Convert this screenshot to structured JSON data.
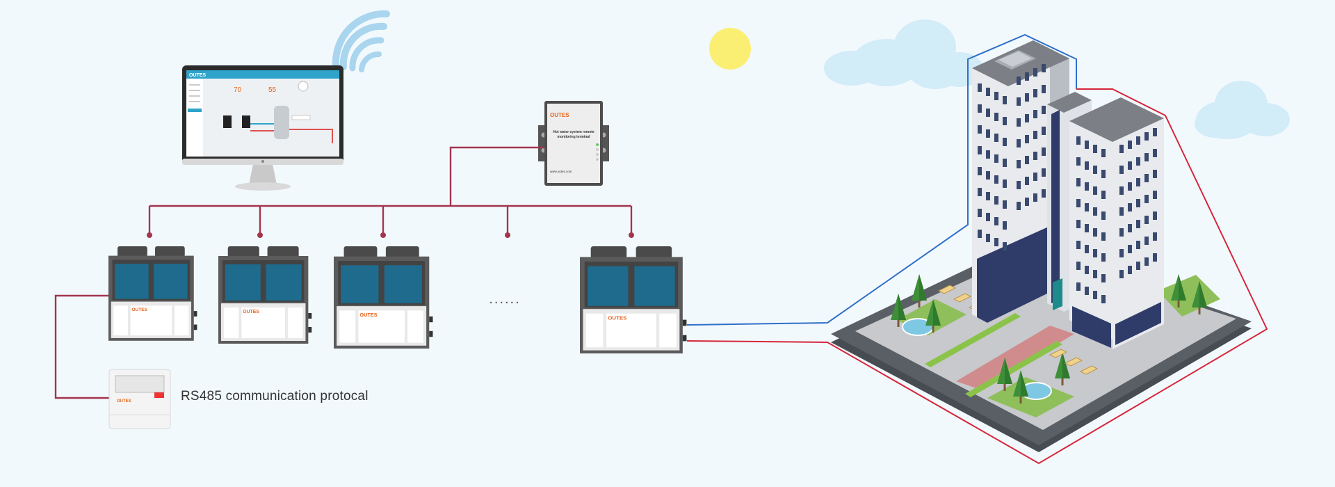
{
  "brand": "OUTES",
  "protocol_label": "RS485 communication protocal",
  "ellipsis": "......",
  "terminal": {
    "brand": "OUTES",
    "title_line1": "Hot water system remote",
    "title_line2": "monitoring terminal",
    "website": "www.outes.com"
  },
  "monitor": {
    "readout_1": "70",
    "readout_2": "55"
  },
  "colors": {
    "bus_line": "#a3354e",
    "blue_pipe": "#2f6fc8",
    "red_pipe": "#d6263a",
    "unit_panel": "#1f6b8e",
    "unit_frame": "#5b5b5b",
    "brand_orange": "#e8631c",
    "sun": "#fbef73",
    "cloud": "#d2ecf8"
  }
}
